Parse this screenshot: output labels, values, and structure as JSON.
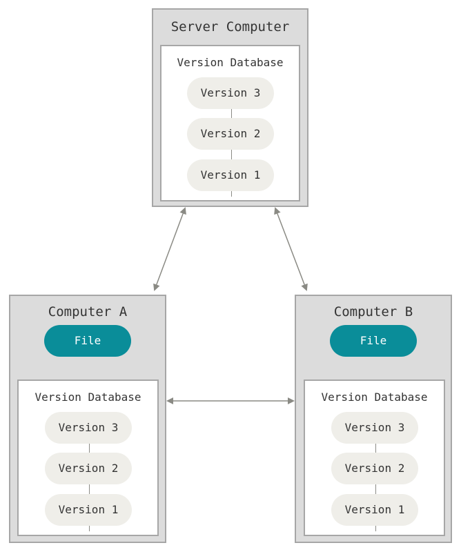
{
  "server": {
    "title": "Server Computer",
    "database_title": "Version Database",
    "versions": [
      "Version 3",
      "Version 2",
      "Version 1"
    ]
  },
  "computer_a": {
    "title": "Computer A",
    "file_label": "File",
    "database_title": "Version Database",
    "versions": [
      "Version 3",
      "Version 2",
      "Version 1"
    ]
  },
  "computer_b": {
    "title": "Computer B",
    "file_label": "File",
    "database_title": "Version Database",
    "versions": [
      "Version 3",
      "Version 2",
      "Version 1"
    ]
  },
  "colors": {
    "computer_bg": "#dcdcdc",
    "border": "#a6a6a6",
    "version_pill": "#efeee9",
    "file_pill": "#0a8d99",
    "arrow": "#8a8a84"
  }
}
